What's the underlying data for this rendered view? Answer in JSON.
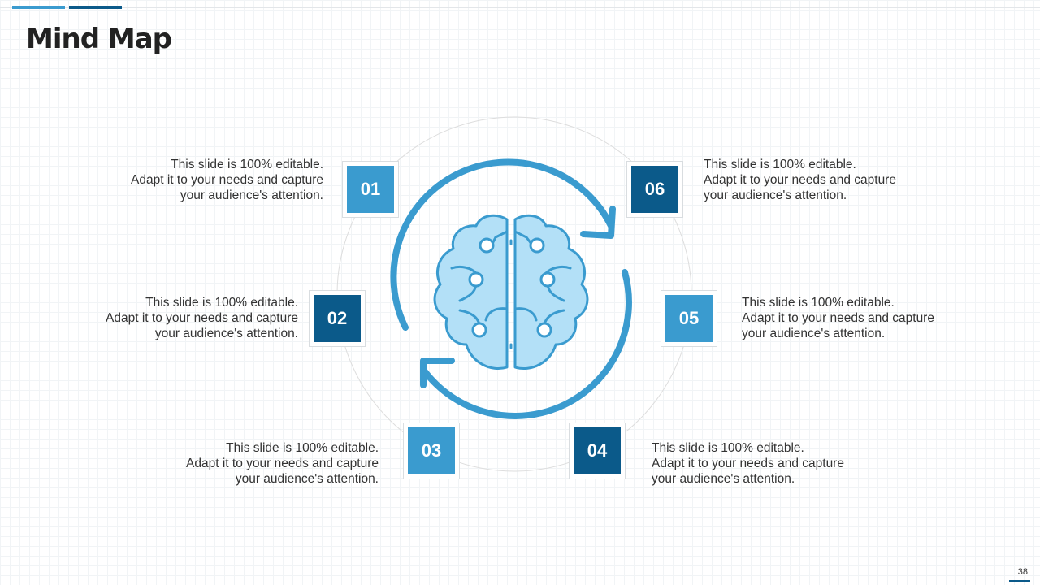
{
  "slide": {
    "title": "Mind Map",
    "page_number": "38"
  },
  "nodes": [
    {
      "number": "01",
      "line1": "This slide is 100% editable.",
      "line2": "Adapt it to your  needs and capture",
      "line3": "your audience's attention."
    },
    {
      "number": "02",
      "line1": "This slide is 100% editable.",
      "line2": "Adapt it to your  needs and capture",
      "line3": "your audience's attention."
    },
    {
      "number": "03",
      "line1": "This slide is 100% editable.",
      "line2": "Adapt it to your  needs and capture",
      "line3": "your audience's attention."
    },
    {
      "number": "04",
      "line1": "This slide is 100% editable.",
      "line2": "Adapt it to your  needs and capture",
      "line3": "your audience's attention."
    },
    {
      "number": "05",
      "line1": "This slide is 100% editable.",
      "line2": "Adapt it to your  needs and capture",
      "line3": "your audience's attention."
    },
    {
      "number": "06",
      "line1": "This slide is 100% editable.",
      "line2": "Adapt it to your  needs and capture",
      "line3": "your audience's attention."
    }
  ],
  "colors": {
    "light_blue": "#3a9bcf",
    "dark_blue": "#0b5a8a",
    "brain_fill": "#b3e0f7",
    "brain_stroke": "#3a9bcf",
    "ring": "#dddddd"
  },
  "icons": {
    "center": "brain-cycle-icon"
  }
}
